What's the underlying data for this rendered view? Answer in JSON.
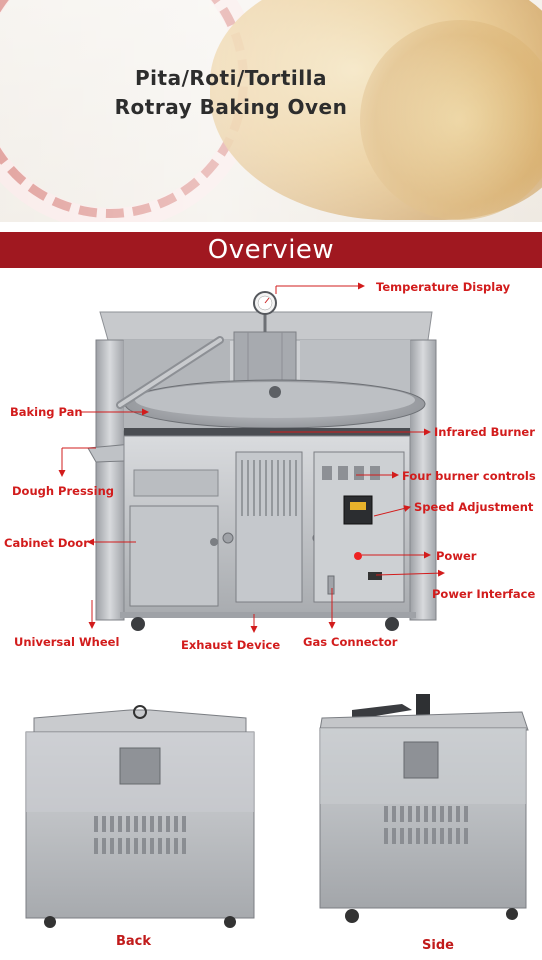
{
  "hero": {
    "title_line1": "Pita/Roti/Tortilla",
    "title_line2": "Rotray Baking Oven"
  },
  "banner": {
    "title": "Overview"
  },
  "labels": {
    "temperature_display": "Temperature Display",
    "baking_pan": "Baking Pan",
    "infrared_burner": "Infrared Burner",
    "four_burner_controls": "Four burner controls",
    "dough_pressing": "Dough Pressing",
    "speed_adjustment": "Speed Adjustment",
    "cabinet_door": "Cabinet Door",
    "power": "Power",
    "power_interface": "Power Interface",
    "universal_wheel": "Universal Wheel",
    "exhaust_device": "Exhaust Device",
    "gas_connector": "Gas Connector"
  },
  "views": {
    "back": "Back",
    "side": "Side"
  },
  "colors": {
    "banner": "#a01820",
    "label": "#d21c1c",
    "steel": "#b9bcc0",
    "title": "#2d2d2d"
  }
}
